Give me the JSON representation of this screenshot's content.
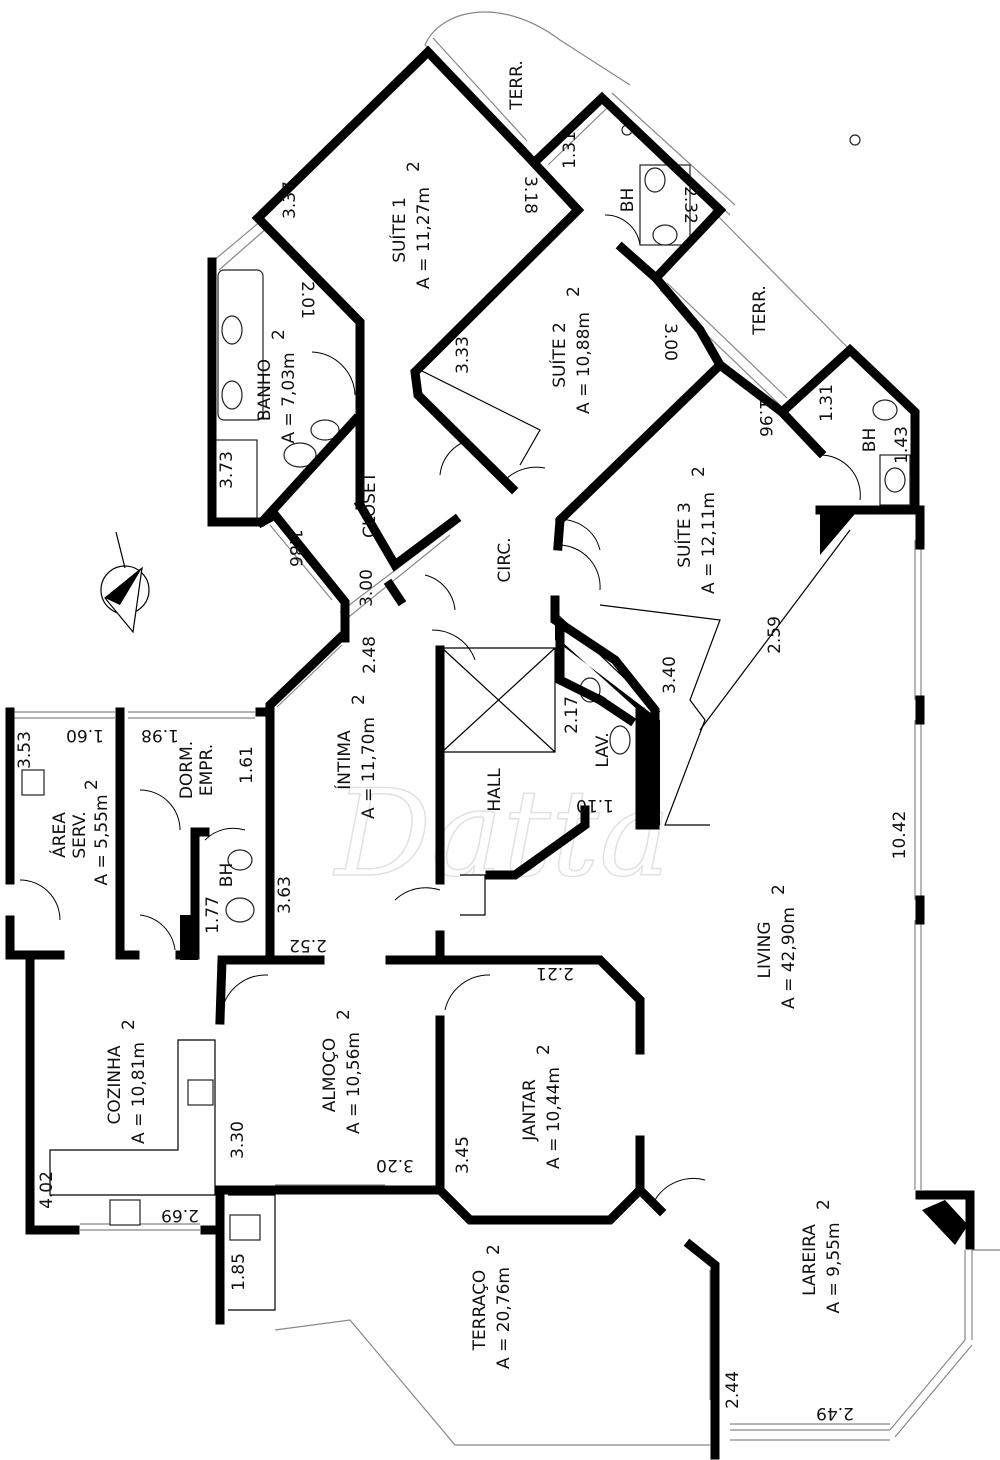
{
  "rooms": {
    "suite1": {
      "name": "SUÍTE 1",
      "area": "A = 11,27m",
      "sup": "2"
    },
    "suite2": {
      "name": "SUÍTE 2",
      "area": "A = 10,88m",
      "sup": "2"
    },
    "suite3": {
      "name": "SUÍTE 3",
      "area": "A = 12,11m",
      "sup": "2"
    },
    "banho": {
      "name": "BANHO",
      "area": "A = 7,03m",
      "sup": "2"
    },
    "closet": {
      "name": "CLOSET"
    },
    "circ": {
      "name": "CIRC."
    },
    "intima": {
      "name": "ÍNTIMA",
      "area": "A = 11,70m",
      "sup": "2"
    },
    "hall": {
      "name": "HALL"
    },
    "lav": {
      "name": "LAV."
    },
    "area_serv": {
      "name": "ÁREA",
      "name2": "SERV.",
      "area": "A = 5,55m",
      "sup": "2"
    },
    "dorm_empr": {
      "name": "DORM.",
      "name2": "EMPR."
    },
    "bh_empr": {
      "name": "BH"
    },
    "bh1": {
      "name": "BH"
    },
    "bh2": {
      "name": "BH"
    },
    "cozinha": {
      "name": "COZINHA",
      "area": "A = 10,81m",
      "sup": "2"
    },
    "almoco": {
      "name": "ALMOÇO",
      "area": "A = 10,56m",
      "sup": "2"
    },
    "jantar": {
      "name": "JANTAR",
      "area": "A = 10,44m",
      "sup": "2"
    },
    "living": {
      "name": "LIVING",
      "area": "A = 42,90m",
      "sup": "2"
    },
    "lareira": {
      "name": "LAREIRA",
      "area": "A = 9,55m",
      "sup": "2"
    },
    "terraco": {
      "name": "TERRAÇO",
      "area": "A = 20,76m",
      "sup": "2"
    },
    "terr1": {
      "name": "TERR."
    },
    "terr2": {
      "name": "TERR."
    }
  },
  "dimensions": {
    "d_337": "3.37",
    "d_318": "3.18",
    "d_131a": "1.31",
    "d_232": "2.32",
    "d_201": "2.01",
    "d_333": "3.33",
    "d_300a": "3.00",
    "d_196": "1.96",
    "d_131b": "1.31",
    "d_143": "1.43",
    "d_373": "3.73",
    "d_186": "1.86",
    "d_300b": "3.00",
    "d_248": "2.48",
    "d_259": "2.59",
    "d_340": "3.40",
    "d_217": "2.17",
    "d_110": "1.10",
    "d_353": "3.53",
    "d_160": "1.60",
    "d_198": "1.98",
    "d_161": "1.61",
    "d_363": "3.63",
    "d_177": "1.77",
    "d_252": "2.52",
    "d_221": "2.21",
    "d_1042": "10.42",
    "d_330": "3.30",
    "d_345": "3.45",
    "d_320": "3.20",
    "d_402": "4.02",
    "d_269": "2.69",
    "d_185": "1.85",
    "d_244": "2.44",
    "d_249": "2.49"
  },
  "watermark": "Datta"
}
